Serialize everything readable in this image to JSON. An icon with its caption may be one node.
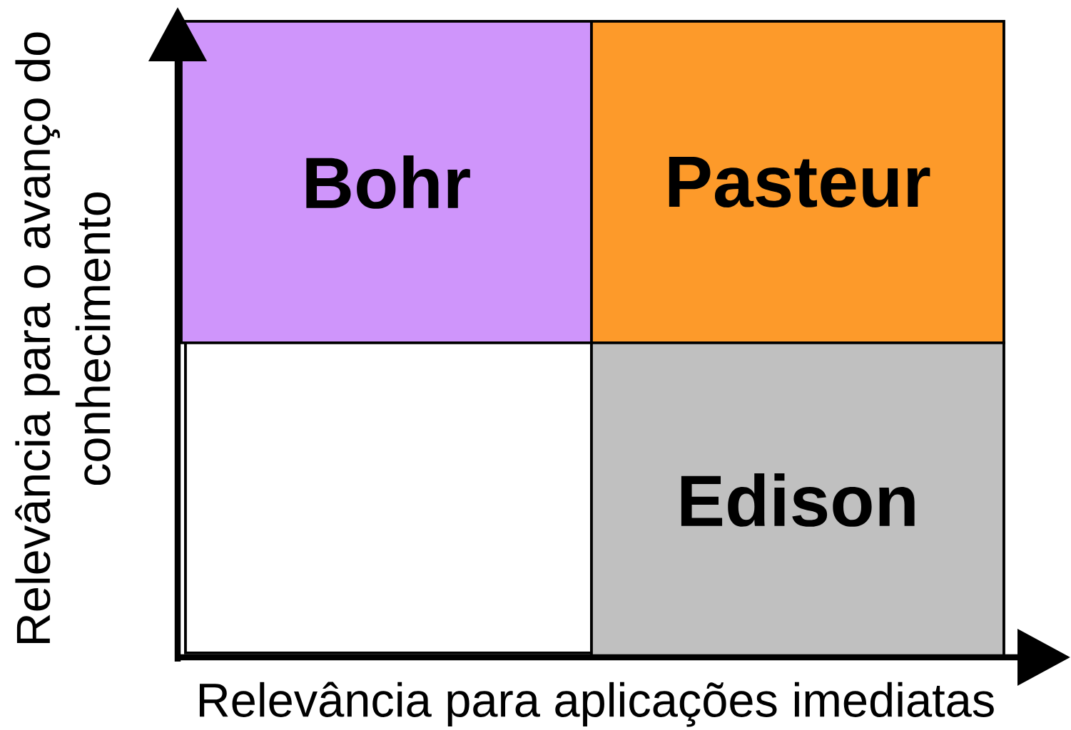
{
  "diagram": {
    "nodes": [
      {
        "text": [
          "Bohr"
        ]
      },
      {
        "text": [
          "Pasteur"
        ]
      },
      {
        "text": [],
        "shape": "box"
      },
      {
        "text": [
          "Edison"
        ]
      }
    ],
    "labels": [
      "Relevância para o avanço do conhecimento",
      "Relevância para aplicações imediatas"
    ]
  }
}
